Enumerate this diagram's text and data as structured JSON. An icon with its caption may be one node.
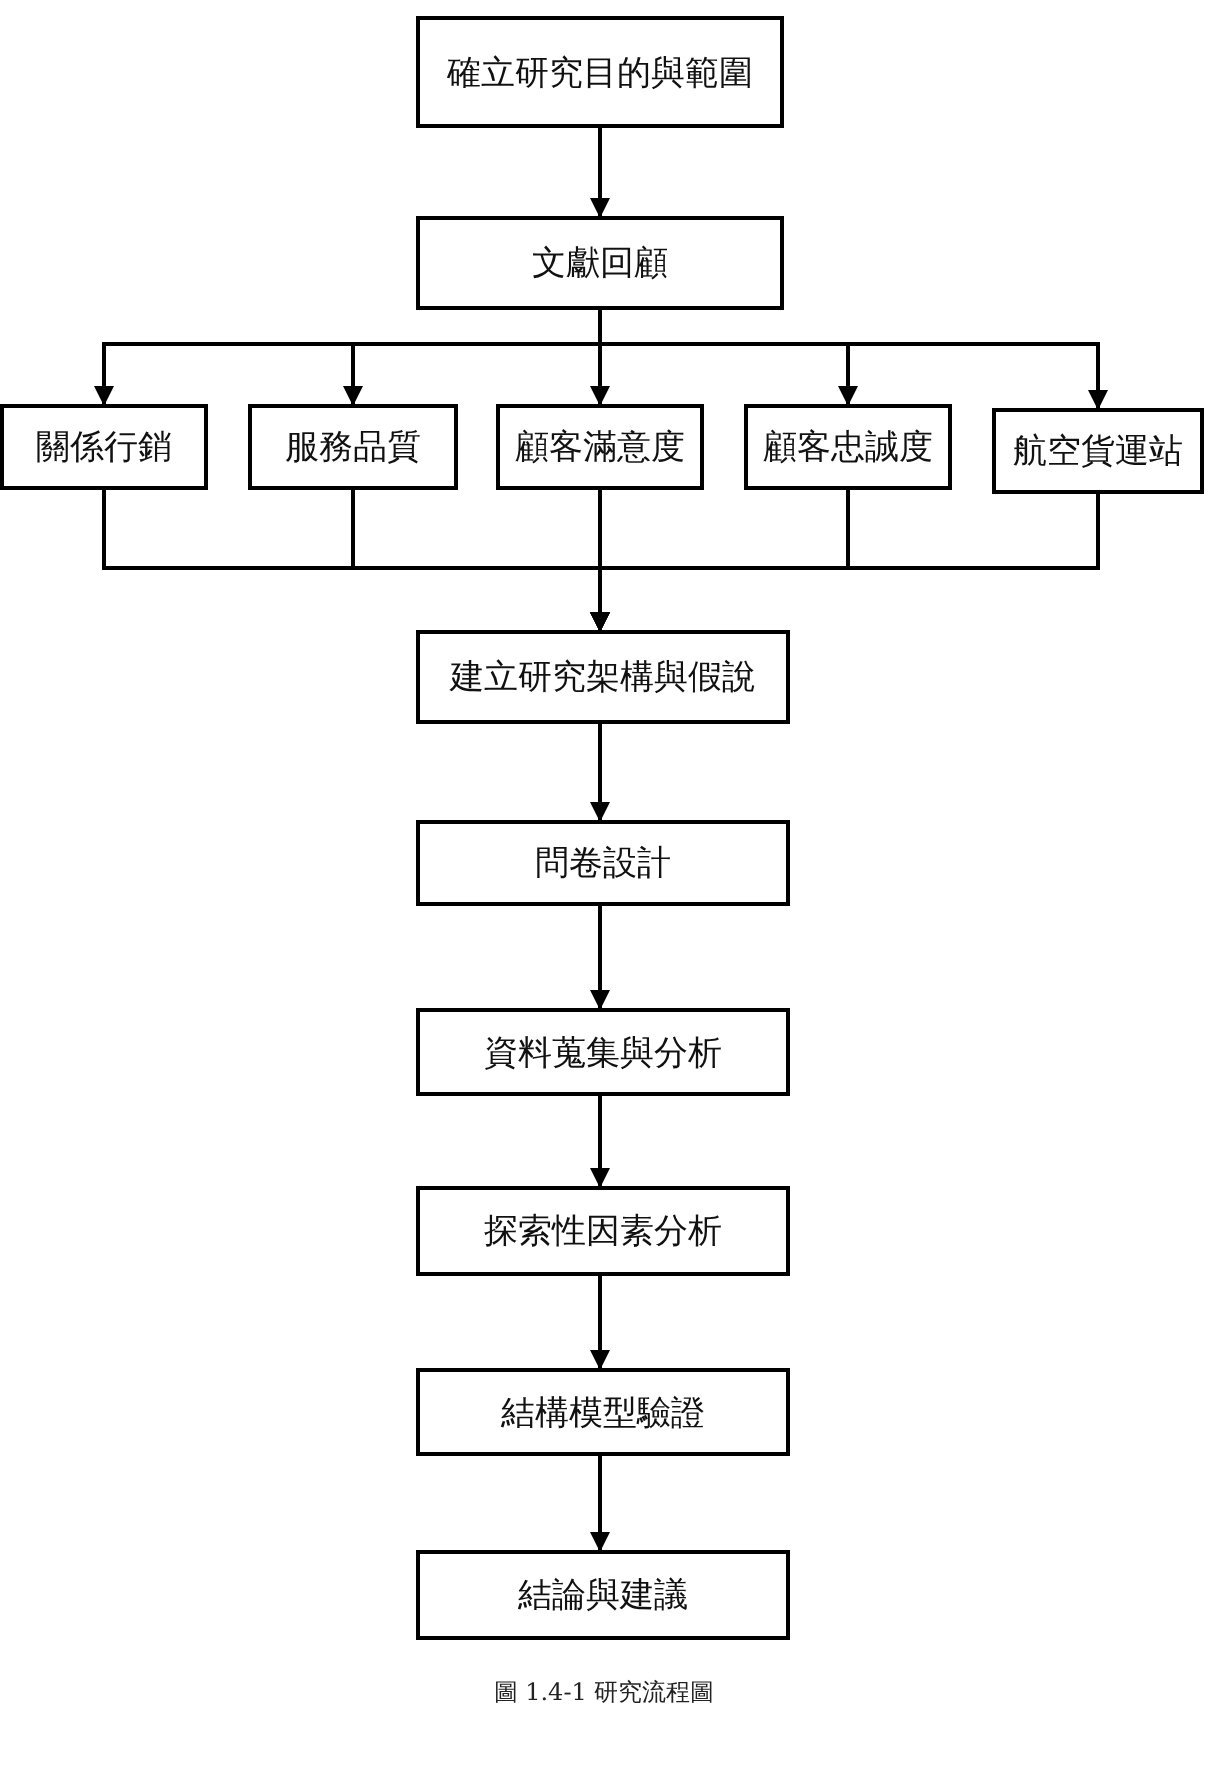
{
  "diagram": {
    "caption": "圖 1.4-1 研究流程圖",
    "nodes": [
      {
        "text": [
          "確立研究目的與範圍"
        ]
      },
      {
        "text": [
          "文獻回顧"
        ]
      },
      {
        "text": [
          "關係行銷"
        ]
      },
      {
        "text": [
          "服務品質"
        ]
      },
      {
        "text": [
          "顧客滿意度"
        ]
      },
      {
        "text": [
          "顧客忠誠度"
        ]
      },
      {
        "text": [
          "航空貨運站"
        ]
      },
      {
        "text": [
          "建立研究架構與假說"
        ]
      },
      {
        "text": [
          "問卷設計"
        ]
      },
      {
        "text": [
          "資料蒐集與分析"
        ]
      },
      {
        "text": [
          "探索性因素分析"
        ]
      },
      {
        "text": [
          "結構模型驗證"
        ]
      },
      {
        "text": [
          "結論與建議"
        ]
      }
    ],
    "edges": [
      {
        "from": 0,
        "to": 1,
        "arrow": "to"
      },
      {
        "from": 1,
        "to": 2,
        "arrow": "to"
      },
      {
        "from": 1,
        "to": 3,
        "arrow": "to"
      },
      {
        "from": 1,
        "to": 4,
        "arrow": "to"
      },
      {
        "from": 1,
        "to": 5,
        "arrow": "to"
      },
      {
        "from": 1,
        "to": 6,
        "arrow": "to"
      },
      {
        "from": 2,
        "to": 7,
        "arrow": "to"
      },
      {
        "from": 3,
        "to": 7,
        "arrow": "to"
      },
      {
        "from": 4,
        "to": 7,
        "arrow": "to"
      },
      {
        "from": 5,
        "to": 7,
        "arrow": "to"
      },
      {
        "from": 6,
        "to": 7,
        "arrow": "to"
      },
      {
        "from": 7,
        "to": 8,
        "arrow": "to"
      },
      {
        "from": 8,
        "to": 9,
        "arrow": "to"
      },
      {
        "from": 9,
        "to": 10,
        "arrow": "to"
      },
      {
        "from": 10,
        "to": 11,
        "arrow": "to"
      },
      {
        "from": 11,
        "to": 12,
        "arrow": "to"
      }
    ]
  }
}
